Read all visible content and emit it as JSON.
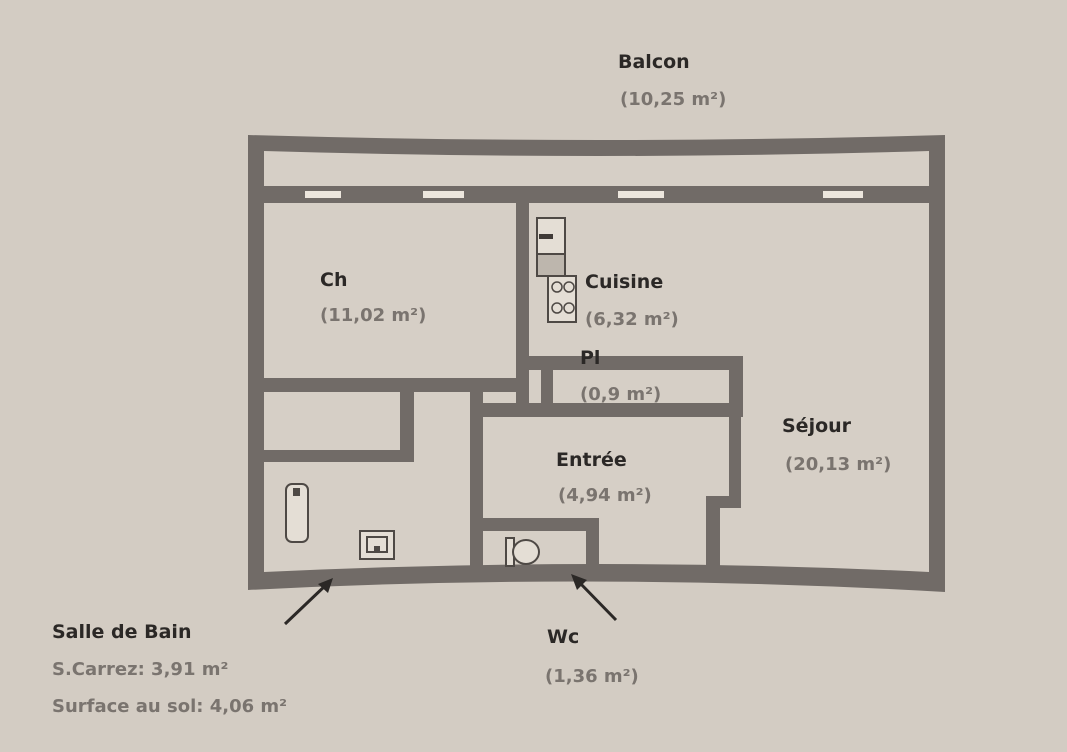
{
  "colors": {
    "background": "#d3ccc3",
    "wall": "#716b67",
    "label": "#2b2826",
    "area": "#7a746f"
  },
  "rooms": {
    "balcon": {
      "name": "Balcon",
      "area": "(10,25 m²)"
    },
    "chambre": {
      "name": "Ch",
      "area": "(11,02 m²)"
    },
    "cuisine": {
      "name": "Cuisine",
      "area": "(6,32 m²)"
    },
    "placard": {
      "name": "Pl",
      "area": "(0,9 m²)"
    },
    "sejour": {
      "name": "Séjour",
      "area": "(20,13 m²)"
    },
    "entree": {
      "name": "Entrée",
      "area": "(4,94 m²)"
    },
    "wc": {
      "name": "Wc",
      "area": "(1,36 m²)"
    },
    "salle_de_bain": {
      "name": "Salle de Bain",
      "carrez": "S.Carrez: 3,91 m²",
      "sol": "Surface au sol: 4,06 m²"
    }
  },
  "icons": [
    "stove-icon",
    "fridge-icon",
    "bathtub-icon",
    "sink-icon",
    "toilet-icon",
    "arrow-icon"
  ]
}
